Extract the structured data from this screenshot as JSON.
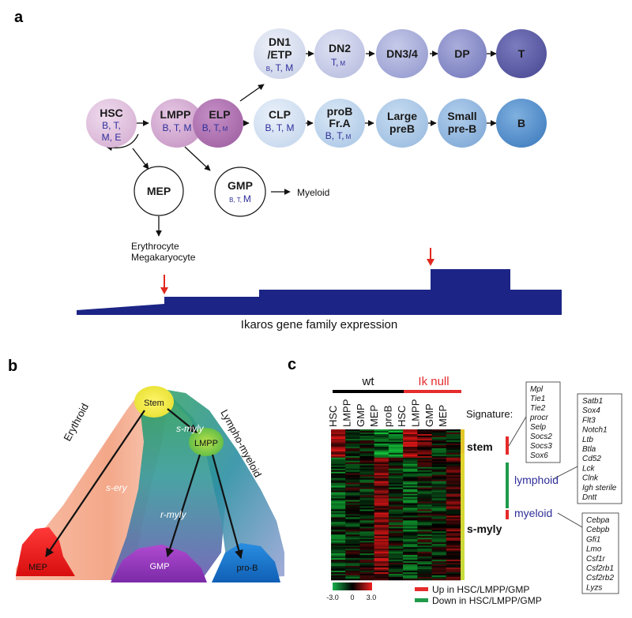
{
  "panel_a": {
    "letter": "a",
    "nodes": {
      "hsc": {
        "name": "HSC",
        "sub1": "B, T,",
        "sub2": "M, E"
      },
      "lmpp": {
        "name": "LMPP",
        "sub": "B, T, M"
      },
      "elp": {
        "name": "ELP",
        "sub_main": "B, T,",
        "sub_small": "M"
      },
      "dn1": {
        "name1": "DN1",
        "name2": "/ETP",
        "sub_small1": "B",
        "sub_main": ", T, M"
      },
      "dn2": {
        "name": "DN2",
        "sub_main": "T,",
        "sub_small": "M"
      },
      "dn34": {
        "name": "DN3/4"
      },
      "dp": {
        "name": "DP"
      },
      "t": {
        "name": "T"
      },
      "clp": {
        "name": "CLP",
        "sub": "B, T, M"
      },
      "prob": {
        "name1": "proB",
        "name2": "Fr.A",
        "sub_main": "B, T,",
        "sub_small": "M"
      },
      "largepreb": {
        "name1": "Large",
        "name2": "preB"
      },
      "smallpreb": {
        "name1": "Small",
        "name2": "pre-B"
      },
      "b": {
        "name": "B"
      },
      "mep": {
        "name": "MEP"
      },
      "gmp": {
        "name": "GMP",
        "sub_small": "B, T,",
        "sub_main": "M"
      }
    },
    "myeloid_label": "Myeloid",
    "erythrocyte_label": "Erythrocyte",
    "megakaryocyte_label": "Megakaryocyte",
    "expression_title": "Ikaros gene family expression",
    "colors": {
      "hsc": "#e2c6e0",
      "lmpp": "#d3a9d1",
      "elp": "#b57bb7",
      "pale_blue": "#d8e0f0",
      "mid_blue": "#a9c4e2",
      "blue": "#6a9fd3",
      "b_blue": "#4f8ec9",
      "dn34": "#a2a8d6",
      "dp": "#8589c6",
      "t": "#5f5fa8",
      "navy": "#1c2585",
      "arrow_red": "#e0281e"
    }
  },
  "panel_b": {
    "letter": "b",
    "labels": {
      "stem": "Stem",
      "lmpp": "LMPP",
      "mep": "MEP",
      "gmp": "GMP",
      "prob": "pro-B",
      "s_ery": "s-ery",
      "s_myly": "s-myly",
      "r_myly": "r-myly",
      "erythroid": "Erythroid",
      "lympho_myeloid": "Lympho-myeloid"
    }
  },
  "panel_c": {
    "letter": "c",
    "wt_label": "wt",
    "ik_label": "Ik null",
    "columns": [
      "HSC",
      "LMPP",
      "GMP",
      "MEP",
      "proB",
      "HSC",
      "LMPP",
      "GMP",
      "MEP"
    ],
    "signature_label": "Signature:",
    "stem_label": "stem",
    "smyly_label": "s-myly",
    "lymphoid_label": "lymphoid",
    "myeloid_label": "myeloid",
    "stem_genes": [
      "Mpl",
      "Tie1",
      "Tie2",
      "procr",
      "Selp",
      "Socs2",
      "Socs3",
      "Sox6"
    ],
    "lymphoid_genes": [
      "Satb1",
      "Sox4",
      "Flt3",
      "Notch1",
      "Ltb",
      "Btla",
      "Cd52",
      "Lck",
      "Clnk",
      "Igh sterile",
      "Dntt"
    ],
    "myeloid_genes": [
      "Cebpa",
      "Cebpb",
      "Gfi1",
      "Lmo",
      "Csf1r",
      "Csf2rb1",
      "Csf2rb2",
      "Lyzs"
    ],
    "scale_min": "-3.0",
    "scale_mid": "0",
    "scale_max": "3.0",
    "legend_up": "Up in HSC/LMPP/GMP",
    "legend_down": "Down in HSC/LMPP/GMP",
    "colors": {
      "up": "#e52b2b",
      "down": "#1f9a4b",
      "ik": "#e52b2b",
      "wt": "#000000",
      "lab": "#2e2e9a"
    }
  }
}
